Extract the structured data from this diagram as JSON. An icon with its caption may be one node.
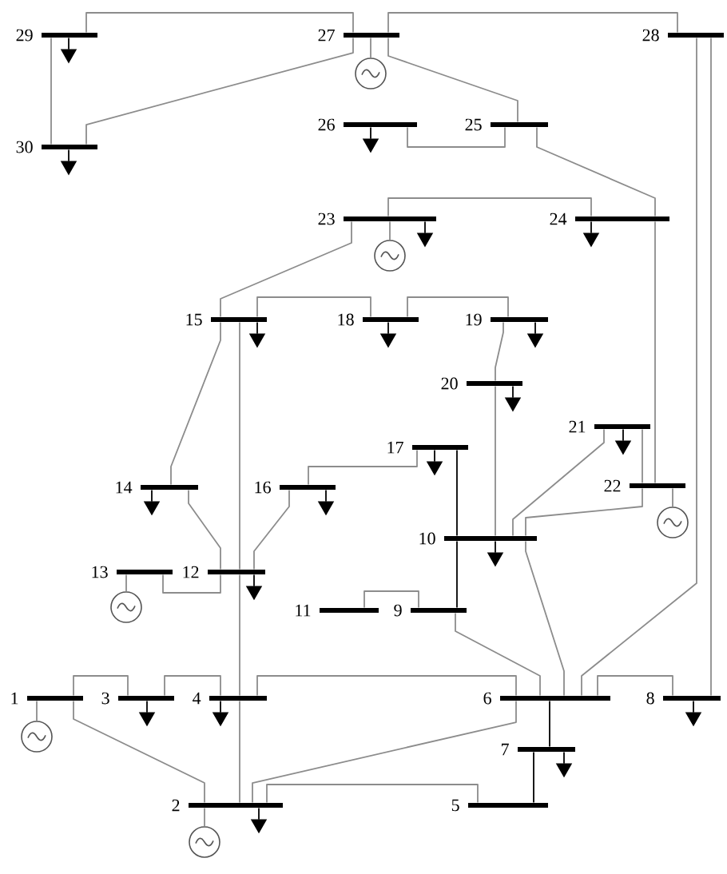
{
  "diagram": {
    "nodes": [
      {
        "text": [],
        "shape": "bar",
        "beside": [
          "29"
        ]
      },
      {
        "text": [],
        "shape": "bar",
        "beside": [
          "27"
        ]
      },
      {
        "text": [],
        "shape": "bar",
        "beside": [
          "28"
        ]
      },
      {
        "text": [],
        "shape": "circle"
      },
      {
        "text": [],
        "shape": "bar",
        "beside": [
          "26"
        ]
      },
      {
        "text": [],
        "shape": "bar",
        "beside": [
          "25"
        ]
      },
      {
        "text": [],
        "shape": "bar",
        "beside": [
          "30"
        ]
      },
      {
        "text": [],
        "shape": "bar",
        "beside": [
          "23"
        ]
      },
      {
        "text": [],
        "shape": "bar",
        "beside": [
          "24"
        ]
      },
      {
        "text": [],
        "shape": "circle"
      },
      {
        "text": [],
        "shape": "bar",
        "beside": [
          "15"
        ]
      },
      {
        "text": [],
        "shape": "bar",
        "beside": [
          "18"
        ]
      },
      {
        "text": [],
        "shape": "bar",
        "beside": [
          "19"
        ]
      },
      {
        "text": [],
        "shape": "bar",
        "beside": [
          "20"
        ]
      },
      {
        "text": [],
        "shape": "bar",
        "beside": [
          "21"
        ]
      },
      {
        "text": [],
        "shape": "bar",
        "beside": [
          "17"
        ]
      },
      {
        "text": [],
        "shape": "bar",
        "beside": [
          "14"
        ]
      },
      {
        "text": [],
        "shape": "bar",
        "beside": [
          "16"
        ]
      },
      {
        "text": [],
        "shape": "bar",
        "beside": [
          "22"
        ]
      },
      {
        "text": [],
        "shape": "circle"
      },
      {
        "text": [],
        "shape": "bar",
        "beside": [
          "10"
        ]
      },
      {
        "text": [],
        "shape": "bar",
        "beside": [
          "13"
        ]
      },
      {
        "text": [],
        "shape": "bar",
        "beside": [
          "12"
        ]
      },
      {
        "text": [],
        "shape": "circle"
      },
      {
        "text": [],
        "shape": "bar",
        "beside": [
          "11"
        ]
      },
      {
        "text": [],
        "shape": "bar",
        "beside": [
          "9"
        ]
      },
      {
        "text": [],
        "shape": "bar",
        "beside": [
          "1"
        ]
      },
      {
        "text": [],
        "shape": "bar",
        "beside": [
          "3"
        ]
      },
      {
        "text": [],
        "shape": "bar",
        "beside": [
          "4"
        ]
      },
      {
        "text": [],
        "shape": "bar",
        "beside": [
          "6"
        ]
      },
      {
        "text": [],
        "shape": "bar",
        "beside": [
          "8"
        ]
      },
      {
        "text": [],
        "shape": "circle"
      },
      {
        "text": [],
        "shape": "bar",
        "beside": [
          "7"
        ]
      },
      {
        "text": [],
        "shape": "bar",
        "beside": [
          "2"
        ]
      },
      {
        "text": [],
        "shape": "bar",
        "beside": [
          "5"
        ]
      },
      {
        "text": [],
        "shape": "circle"
      }
    ],
    "edges": [
      {
        "from": 0,
        "to": 1,
        "arrow": "none"
      },
      {
        "from": 0,
        "to": 6,
        "arrow": "none"
      },
      {
        "from": 1,
        "to": 6,
        "arrow": "none"
      },
      {
        "from": 1,
        "to": 2,
        "arrow": "none"
      },
      {
        "from": 1,
        "to": 5,
        "arrow": "none"
      },
      {
        "from": 4,
        "to": 5,
        "arrow": "none"
      },
      {
        "from": 5,
        "to": 8,
        "arrow": "none"
      },
      {
        "from": 7,
        "to": 8,
        "arrow": "none"
      },
      {
        "from": 7,
        "to": 10,
        "arrow": "none"
      },
      {
        "from": 8,
        "to": 18,
        "arrow": "none"
      },
      {
        "from": 2,
        "to": 30,
        "arrow": "none"
      },
      {
        "from": 2,
        "to": 29,
        "arrow": "none"
      },
      {
        "from": 10,
        "to": 11,
        "arrow": "none"
      },
      {
        "from": 11,
        "to": 12,
        "arrow": "none"
      },
      {
        "from": 10,
        "to": 16,
        "arrow": "none"
      },
      {
        "from": 10,
        "to": 22,
        "arrow": "none"
      },
      {
        "from": 12,
        "to": 13,
        "arrow": "none"
      },
      {
        "from": 13,
        "to": 20,
        "arrow": "none"
      },
      {
        "from": 14,
        "to": 18,
        "arrow": "none"
      },
      {
        "from": 14,
        "to": 20,
        "arrow": "none"
      },
      {
        "from": 15,
        "to": 17,
        "arrow": "none"
      },
      {
        "from": 15,
        "to": 20,
        "arrow": "none",
        "color": "#000000"
      },
      {
        "from": 16,
        "to": 22,
        "arrow": "none"
      },
      {
        "from": 17,
        "to": 22,
        "arrow": "none"
      },
      {
        "from": 18,
        "to": 20,
        "arrow": "none"
      },
      {
        "from": 20,
        "to": 25,
        "arrow": "none",
        "color": "#000000"
      },
      {
        "from": 20,
        "to": 29,
        "arrow": "none"
      },
      {
        "from": 21,
        "to": 22,
        "arrow": "none"
      },
      {
        "from": 22,
        "to": 28,
        "arrow": "none"
      },
      {
        "from": 24,
        "to": 25,
        "arrow": "none"
      },
      {
        "from": 25,
        "to": 29,
        "arrow": "none"
      },
      {
        "from": 26,
        "to": 27,
        "arrow": "none"
      },
      {
        "from": 26,
        "to": 33,
        "arrow": "none"
      },
      {
        "from": 27,
        "to": 28,
        "arrow": "none"
      },
      {
        "from": 28,
        "to": 29,
        "arrow": "none"
      },
      {
        "from": 28,
        "to": 33,
        "arrow": "none"
      },
      {
        "from": 29,
        "to": 30,
        "arrow": "none"
      },
      {
        "from": 29,
        "to": 32,
        "arrow": "none",
        "color": "#000000"
      },
      {
        "from": 33,
        "to": 29,
        "arrow": "none"
      },
      {
        "from": 33,
        "to": 34,
        "arrow": "none"
      },
      {
        "from": 32,
        "to": 34,
        "arrow": "none",
        "color": "#000000"
      },
      {
        "from": 1,
        "to": 3,
        "arrow": "none"
      },
      {
        "from": 7,
        "to": 9,
        "arrow": "none"
      },
      {
        "from": 18,
        "to": 19,
        "arrow": "none"
      },
      {
        "from": 21,
        "to": 23,
        "arrow": "none"
      },
      {
        "from": 26,
        "to": 31,
        "arrow": "none"
      },
      {
        "from": 33,
        "to": 35,
        "arrow": "none"
      },
      {
        "from": 0,
        "to": null,
        "arrow": "to",
        "color": "#000000"
      },
      {
        "from": 4,
        "to": null,
        "arrow": "to",
        "color": "#000000"
      },
      {
        "from": 6,
        "to": null,
        "arrow": "to",
        "color": "#000000"
      },
      {
        "from": 7,
        "to": null,
        "arrow": "to",
        "color": "#000000"
      },
      {
        "from": 8,
        "to": null,
        "arrow": "to",
        "color": "#000000"
      },
      {
        "from": 10,
        "to": null,
        "arrow": "to",
        "color": "#000000"
      },
      {
        "from": 11,
        "to": null,
        "arrow": "to",
        "color": "#000000"
      },
      {
        "from": 12,
        "to": null,
        "arrow": "to",
        "color": "#000000"
      },
      {
        "from": 13,
        "to": null,
        "arrow": "to",
        "color": "#000000"
      },
      {
        "from": 14,
        "to": null,
        "arrow": "to",
        "color": "#000000"
      },
      {
        "from": 15,
        "to": null,
        "arrow": "to",
        "color": "#000000"
      },
      {
        "from": 16,
        "to": null,
        "arrow": "to",
        "color": "#000000"
      },
      {
        "from": 17,
        "to": null,
        "arrow": "to",
        "color": "#000000"
      },
      {
        "from": 20,
        "to": null,
        "arrow": "to",
        "color": "#000000"
      },
      {
        "from": 22,
        "to": null,
        "arrow": "to",
        "color": "#000000"
      },
      {
        "from": 27,
        "to": null,
        "arrow": "to",
        "color": "#000000"
      },
      {
        "from": 28,
        "to": null,
        "arrow": "to",
        "color": "#000000"
      },
      {
        "from": 30,
        "to": null,
        "arrow": "to",
        "color": "#000000"
      },
      {
        "from": 32,
        "to": null,
        "arrow": "to",
        "color": "#000000"
      },
      {
        "from": 33,
        "to": null,
        "arrow": "to",
        "color": "#000000"
      }
    ]
  }
}
